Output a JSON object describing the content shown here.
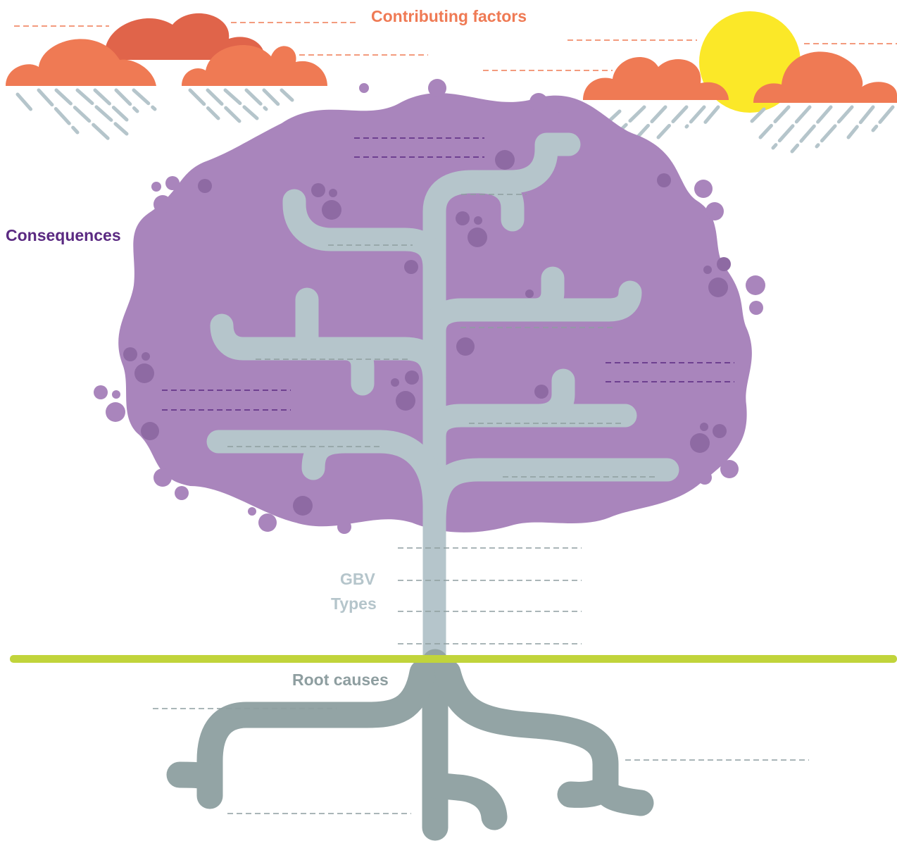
{
  "labels": {
    "contributing": "Contributing factors",
    "consequences": "Consequences",
    "gbv": "GBV",
    "types": "Types",
    "root": "Root causes"
  },
  "colors": {
    "contributing_text": "#ef7a54",
    "consequences_text": "#5b2a82",
    "gbv_text": "#b5c5cb",
    "root_text": "#8e9ea0",
    "canopy": "#a985bc",
    "canopy_dot_dark": "#8e6aa3",
    "canopy_dot_light": "#a985bc",
    "branches": "#b5c5cb",
    "roots": "#93a4a5",
    "ground": "#c1d43b",
    "cloud_orange": "#ef7a54",
    "cloud_dark": "#e0644a",
    "sun": "#fbe828",
    "rain": "#b5c5cb",
    "blank_orange": "#ef7a54",
    "blank_purple": "#5b2a82",
    "blank_grey": "#8e9ea0"
  },
  "icons": [
    "rain-cloud-icon",
    "sun-icon",
    "tree-canopy-icon",
    "tree-trunk-icon",
    "roots-icon",
    "ground-line-icon"
  ]
}
